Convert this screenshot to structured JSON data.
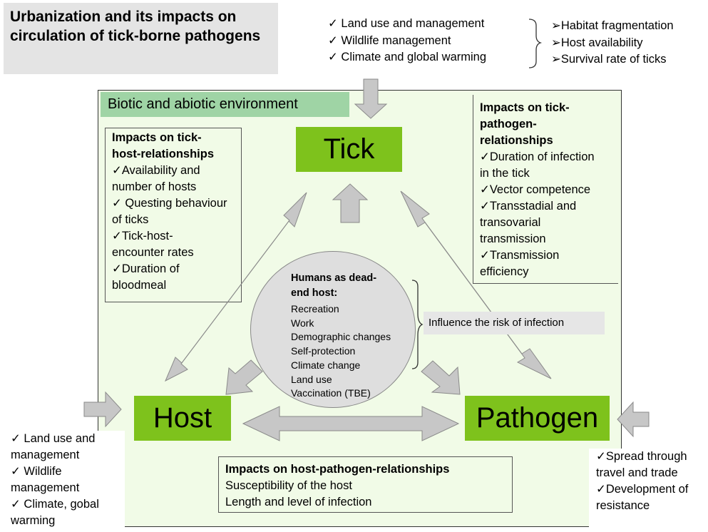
{
  "title": "Urbanization and its impacts on circulation of tick-borne pathogens",
  "environment_label": "Biotic and abiotic environment",
  "nodes": {
    "tick": "Tick",
    "host": "Host",
    "pathogen": "Pathogen"
  },
  "top_factors": [
    "✓ Land use and management",
    "✓ Wildlife management",
    "✓ Climate and global warming"
  ],
  "top_effects": [
    "➢Habitat fragmentation",
    "➢Host availability",
    "➢Survival rate of ticks"
  ],
  "tick_host": {
    "heading": "Impacts on tick-host-relationships",
    "items": [
      "✓Availability and number of hosts",
      "✓ Questing behaviour of ticks",
      "✓Tick-host-encounter rates",
      "✓Duration of bloodmeal"
    ]
  },
  "tick_pathogen": {
    "heading": "Impacts on tick-pathogen-relationships",
    "items": [
      "✓Duration of infection in the tick",
      "✓Vector competence",
      "✓Transstadial and transovarial transmission",
      "✓Transmission efficiency"
    ]
  },
  "humans": {
    "heading": "Humans as dead-end host:",
    "items": [
      "Recreation",
      "Work",
      "Demographic changes",
      "Self-protection",
      "Climate change",
      "Land use",
      "Vaccination (TBE)"
    ]
  },
  "influence": "Influence the risk of infection",
  "host_pathogen": {
    "heading": "Impacts on host-pathogen-relationships",
    "items": [
      "Susceptibility of the host",
      "Length and level of infection"
    ]
  },
  "left_factors": [
    "✓ Land use and management",
    "✓ Wildlife management",
    "✓ Climate, gobal warming"
  ],
  "right_factors": [
    "✓Spread through travel and trade",
    "✓Development of resistance"
  ],
  "colors": {
    "node_green": "#7ec21c",
    "env_label": "#9fd4a5",
    "env_bg": "#f1fbe7",
    "arrow_gray": "#c7c7c7"
  }
}
